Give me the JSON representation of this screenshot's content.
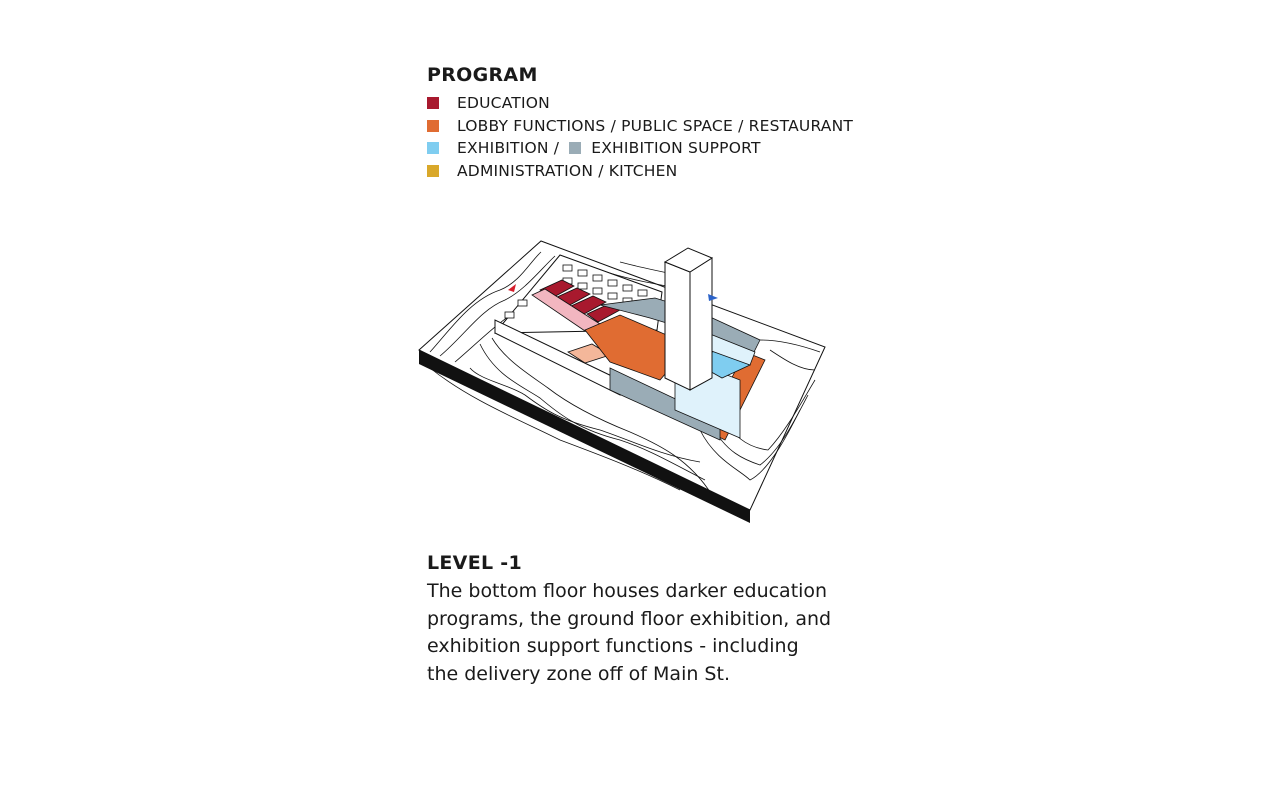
{
  "legend": {
    "title": "PROGRAM",
    "items": [
      {
        "label": "EDUCATION",
        "color": "#a8192e"
      },
      {
        "label": "LOBBY FUNCTIONS / PUBLIC SPACE / RESTAURANT",
        "color": "#e06c32"
      },
      {
        "label": "EXHIBITION /",
        "color": "#7fcdf0",
        "extra_label": "EXHIBITION SUPPORT",
        "extra_color": "#9aacb6"
      },
      {
        "label": "ADMINISTRATION / KITCHEN",
        "color": "#d9a82a"
      }
    ]
  },
  "colors": {
    "education_light": "#f2b6c0",
    "lobby_light": "#f4b79a",
    "exhibition_light": "#dff2fb",
    "support_light": "#c9d4da",
    "base_side": "#111111",
    "contour": "#111111",
    "north_arrow_red": "#d61f2c",
    "north_arrow_blue": "#2b63c9"
  },
  "caption": {
    "title": "LEVEL -1",
    "lines": [
      "The bottom floor houses darker education",
      "programs, the ground floor exhibition, and",
      "exhibition support functions - including",
      "the delivery zone off of Main St."
    ]
  }
}
